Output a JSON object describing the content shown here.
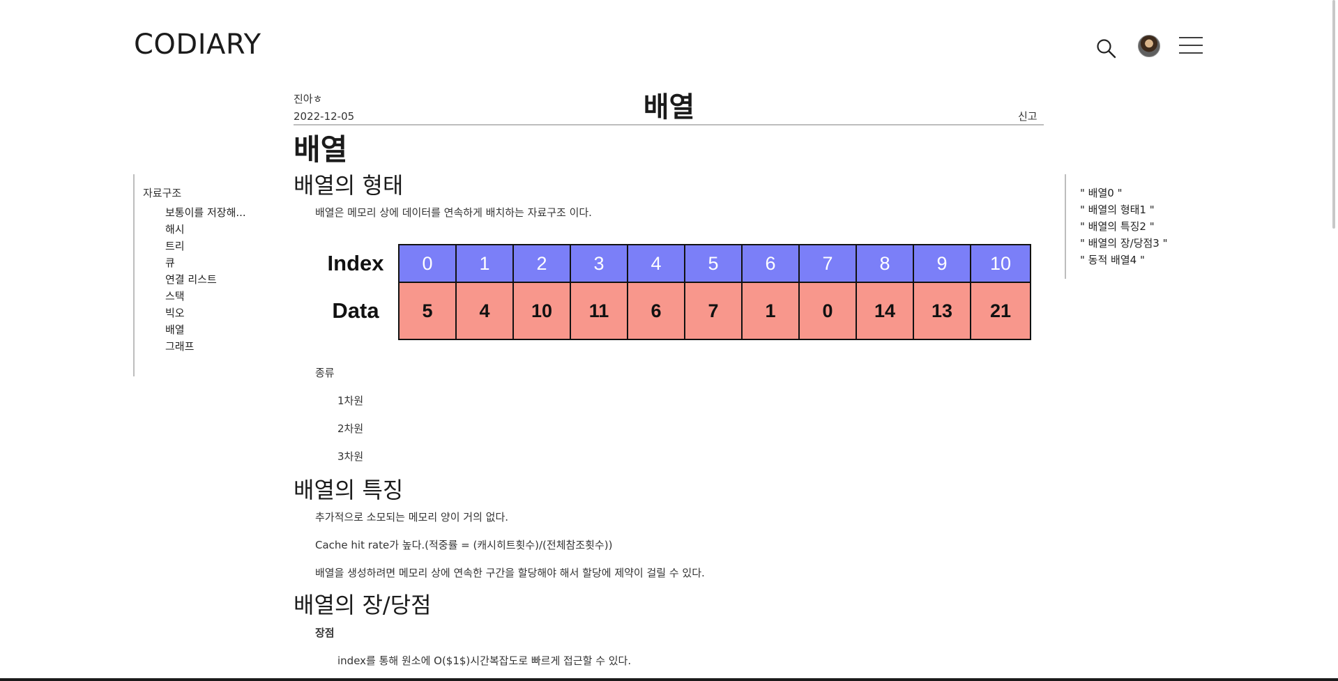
{
  "header": {
    "brand": "CODIARY"
  },
  "icons": {
    "search": "search-icon",
    "avatar": "avatar",
    "menu": "hamburger-menu-icon"
  },
  "post": {
    "author": "진아ㅎ",
    "date": "2022-12-05",
    "title": "배열",
    "report": "신고"
  },
  "left_toc": {
    "category": "자료구조",
    "items": [
      "보통이를 저장해...",
      "해시",
      "트리",
      "큐",
      "연결 리스트",
      "스택",
      "빅오",
      "배열",
      "그래프"
    ]
  },
  "right_toc": {
    "items": [
      "\" 배열0 \"",
      "\" 배열의 형태1 \"",
      "\" 배열의 특징2 \"",
      "\" 배열의 장/당점3 \"",
      "\" 동적 배열4 \""
    ]
  },
  "content": {
    "h1": "배열",
    "sec1_title": "배열의 형태",
    "sec1_desc": "배열은 메모리 상에 데이터를 연속하게 배치하는 자료구조 이다.",
    "array_figure": {
      "index_label": "Index",
      "data_label": "Data",
      "indices": [
        "0",
        "1",
        "2",
        "3",
        "4",
        "5",
        "6",
        "7",
        "8",
        "9",
        "10"
      ],
      "values": [
        "5",
        "4",
        "10",
        "11",
        "6",
        "7",
        "1",
        "0",
        "14",
        "13",
        "21"
      ],
      "index_color": "#7b7ff8",
      "data_color": "#f8978c"
    },
    "kinds_label": "종류",
    "kinds": [
      "1차원",
      "2차원",
      "3차원"
    ],
    "sec2_title": "배열의 특징",
    "sec2_items": [
      "추가적으로 소모되는 메모리 양이 거의 없다.",
      "Cache hit rate가 높다.(적중률 = (캐시히트횟수)/(전체참조횟수))",
      "배열을 생성하려면 메모리 상에 연속한 구간을 할당해야 해서 할당에 제약이 걸릴 수 있다."
    ],
    "sec3_title": "배열의 장/당점",
    "pros_label": "장점",
    "pros_items": [
      "index를 통해 원소에 O($1$)시간복잡도로 빠르게 접근할 수 있다."
    ]
  }
}
